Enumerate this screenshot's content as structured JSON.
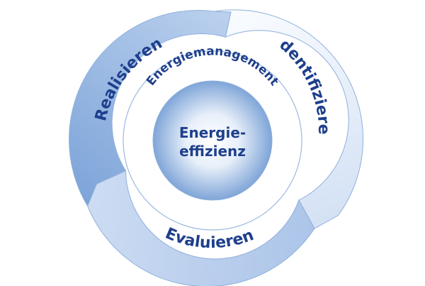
{
  "cycle": {
    "phases": [
      {
        "id": "realisieren",
        "label": "Realisieren"
      },
      {
        "id": "identifizieren",
        "label": "Identifizieren"
      },
      {
        "id": "evaluieren",
        "label": "Evaluieren"
      }
    ]
  },
  "ring_label": "Energiemanagement",
  "core_label": [
    "Energie-",
    "effizienz"
  ],
  "colors": {
    "text": "#1e3f8c",
    "segment_dark": "#6f9bd4",
    "segment_mid": "#bfd3ee",
    "segment_light": "#e9f0fa",
    "outline": "#8fb0dc"
  }
}
